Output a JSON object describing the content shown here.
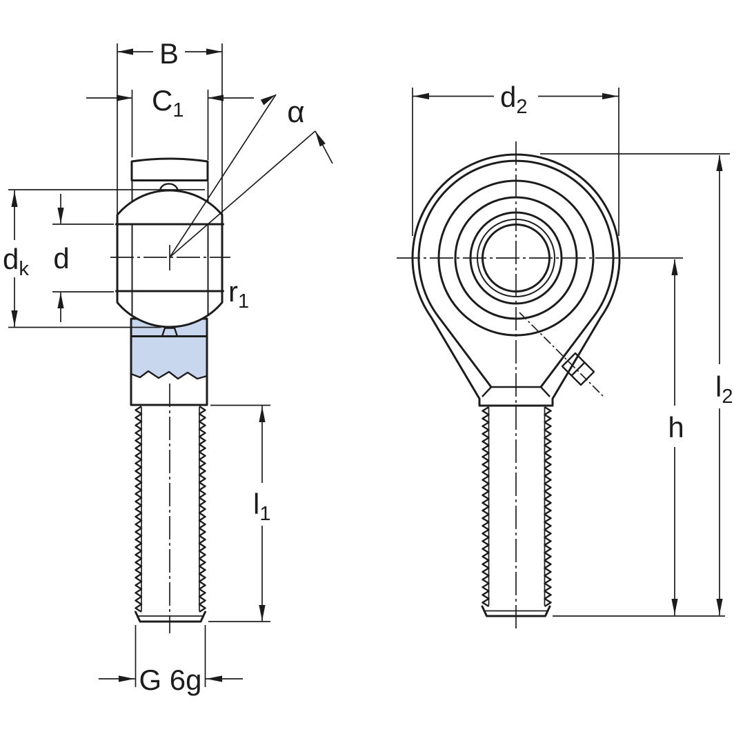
{
  "labels": {
    "b": "B",
    "c1": {
      "main": "C",
      "sub": "1"
    },
    "alpha": "α",
    "dk": {
      "main": "d",
      "sub": "k"
    },
    "d": "d",
    "r1": {
      "main": "r",
      "sub": "1"
    },
    "l1": {
      "main": "l",
      "sub": "1"
    },
    "g6g": "G 6g",
    "d2": {
      "main": "d",
      "sub": "2"
    },
    "h": "h",
    "l2": {
      "main": "l",
      "sub": "2"
    }
  },
  "colors": {
    "blue": "#c8d7ee",
    "white": "#ffffff",
    "line": "#1c1c1c",
    "background": "#ffffff"
  }
}
